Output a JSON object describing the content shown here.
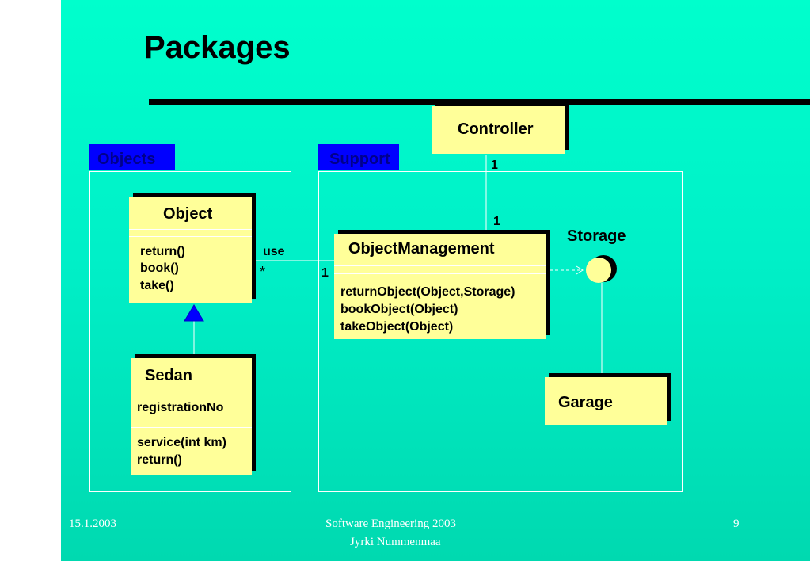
{
  "title": "Packages",
  "packages": {
    "objects": "Objects",
    "support": "Support"
  },
  "classes": {
    "controller": {
      "name": "Controller"
    },
    "object": {
      "name": "Object",
      "methods": [
        "return()",
        "book()",
        "take()"
      ]
    },
    "sedan": {
      "name": "Sedan",
      "attributes": [
        "registrationNo"
      ],
      "methods": [
        "service(int km)",
        "return()"
      ]
    },
    "object_management": {
      "name": "ObjectManagement",
      "methods": [
        "returnObject(Object,Storage)",
        "bookObject(Object)",
        "takeObject(Object)"
      ]
    },
    "garage": {
      "name": "Garage"
    }
  },
  "interface": {
    "name": "Storage"
  },
  "associations": {
    "controller_end": "1",
    "management_end": "1",
    "use_label": "use",
    "use_object_end": "*",
    "use_management_end": "1"
  },
  "footer": {
    "date": "15.1.2003",
    "course": "Software Engineering 2003",
    "author": "Jyrki Nummenmaa",
    "page": "9"
  },
  "colors": {
    "background": "#00f0c8",
    "class_fill": "#ffff99",
    "package_tab": "#0000ff",
    "package_tab_text": "#00008b",
    "interface_fill": "#ffff99"
  }
}
